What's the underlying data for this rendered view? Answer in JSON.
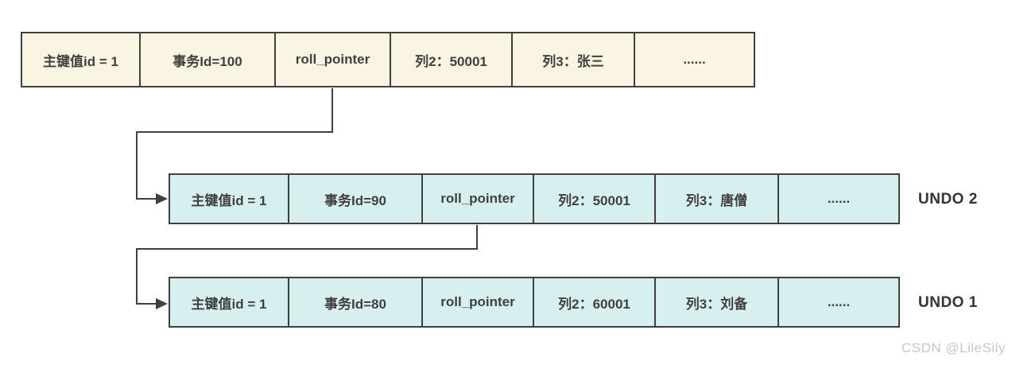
{
  "diagram": {
    "title_hint": "MySQL undo log version chain",
    "rows": [
      {
        "id": "record",
        "cells": [
          "主键值id = 1",
          "事务Id=100",
          "roll_pointer",
          "列2：50001",
          "列3：张三",
          "......"
        ],
        "label": ""
      },
      {
        "id": "undo2",
        "cells": [
          "主键值id = 1",
          "事务Id=90",
          "roll_pointer",
          "列2：50001",
          "列3：唐僧",
          "......"
        ],
        "label": "UNDO 2"
      },
      {
        "id": "undo1",
        "cells": [
          "主键值id = 1",
          "事务Id=80",
          "roll_pointer",
          "列2：60001",
          "列3：刘备",
          "......"
        ],
        "label": "UNDO 1"
      }
    ],
    "colors": {
      "record_fill": "#FAF4E2",
      "undo_fill": "#D8EFF0",
      "line": "#404040",
      "text": "#404040",
      "label": "#333333",
      "watermark": "#C8C8C8"
    },
    "watermark": "CSDN @LileSily"
  }
}
